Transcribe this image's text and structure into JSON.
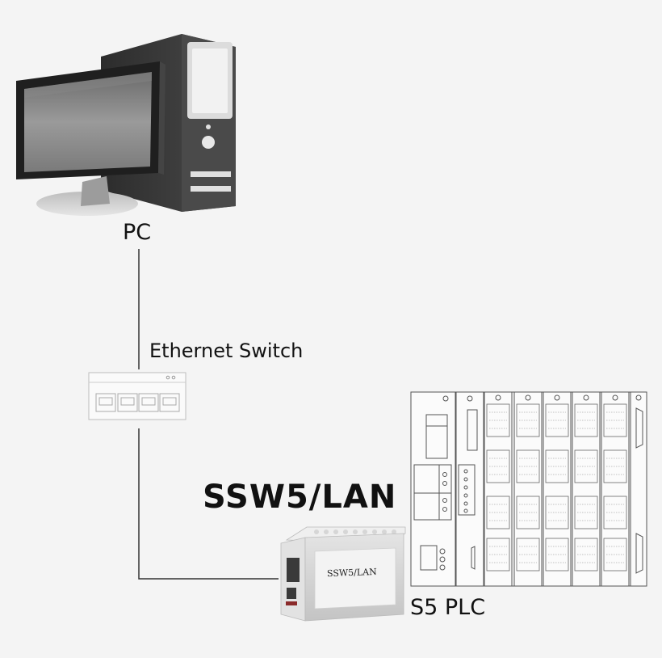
{
  "diagram": {
    "title": "SSW5/LAN",
    "nodes": {
      "pc": {
        "label": "PC"
      },
      "switch": {
        "label": "Ethernet Switch"
      },
      "adapter": {
        "label": "SSW5/LAN",
        "device_text": "SSW5/LAN"
      },
      "plc": {
        "label": "S5 PLC"
      }
    },
    "connections": [
      {
        "from": "PC",
        "to": "Ethernet Switch"
      },
      {
        "from": "Ethernet Switch",
        "to": "SSW5/LAN"
      }
    ]
  }
}
